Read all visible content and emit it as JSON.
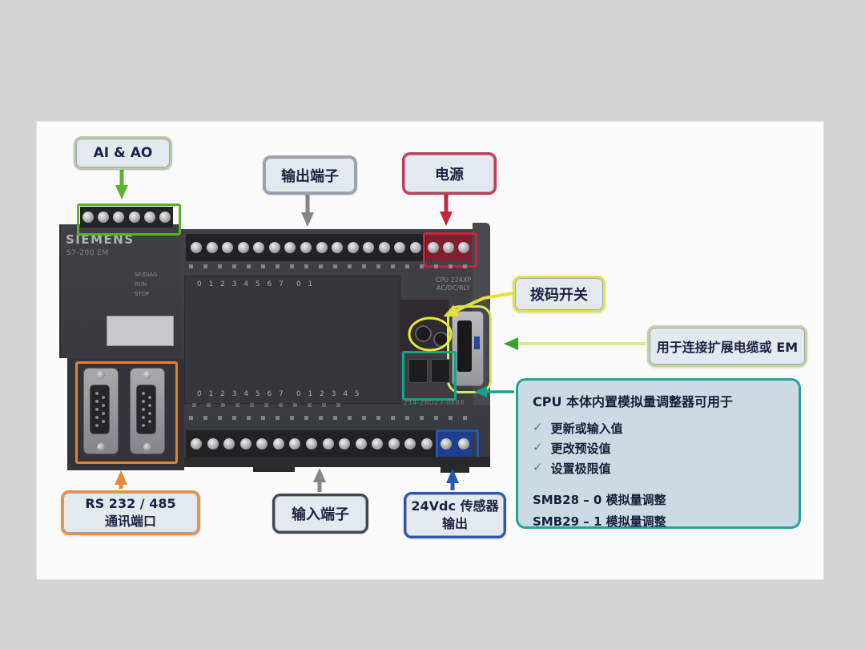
{
  "scene": {
    "background": "#d4d4d4",
    "panel_bg": "#fbfbfc"
  },
  "device": {
    "brand": "SIEMENS",
    "series": "S7-200 EM",
    "status_leds": [
      "SF/DIAG",
      "RUN",
      "STOP"
    ],
    "cpu_model_line1": "CPU 224XP",
    "cpu_model_line2": "AC/DC/RLY",
    "order_number": "214-2BD23-0XB8",
    "output_digits_a": "0 1 2 3 4 5 6 7",
    "output_digits_b": "0 1",
    "input_digits_a": "0 1 2 3 4 5 6 7",
    "input_digits_b": "0 1 2 3 4 5"
  },
  "callouts": {
    "ai_ao": {
      "label": "AI & AO",
      "accent": "#b7c9ab",
      "arrow_color": "#58b42e"
    },
    "output_terminals": {
      "label": "输出端子",
      "accent": "#9aa2ab",
      "arrow_color": "#85858a"
    },
    "power": {
      "label": "电源",
      "accent": "#c23a57",
      "arrow_color": "#c22742"
    },
    "dip_switch": {
      "label": "拨码开关",
      "accent": "#e2e24e",
      "arrow_color": "#e2e232"
    },
    "expansion_port": {
      "label": "用于连接扩展电缆或 EM",
      "accent": "#c2d4a6",
      "arrow_color": "#3ba032"
    },
    "comm_port": {
      "label_line1": "RS 232 / 485",
      "label_line2": "通讯端口",
      "accent": "#e8914a",
      "arrow_color": "#e8873a"
    },
    "input_terminals": {
      "label": "输入端子",
      "accent": "#45454b",
      "arrow_color": "#85858a"
    },
    "sensor_supply": {
      "label_line1": "24Vdc 传感器",
      "label_line2": "输出",
      "accent": "#2857b5",
      "arrow_color": "#2857b5"
    }
  },
  "cpu_note_panel": {
    "title": "CPU 本体内置模拟量调整器可用于",
    "bullet": "✓",
    "items": [
      "更新或输入值",
      "更改预设值",
      "设置极限值"
    ],
    "notes": [
      "SMB28 – 0 模拟量调整",
      "SMB29 – 1 模拟量调整"
    ],
    "fill": "#ccdbe3",
    "accent": "#29a198"
  }
}
